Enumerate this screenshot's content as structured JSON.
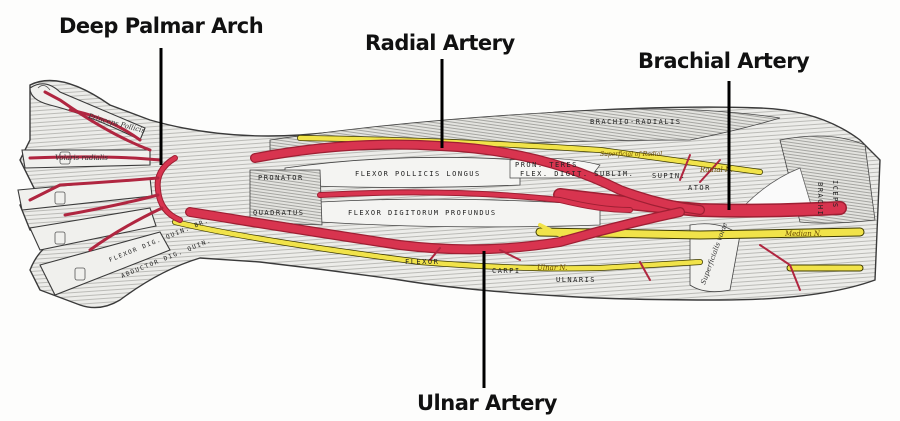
{
  "diagram": {
    "subject": "Arteries of the forearm (anterior view)",
    "colors": {
      "artery": "#d8344f",
      "artery_dark": "#9e1f33",
      "nerve": "#f1e34a",
      "muscle": "#e6e6e3",
      "outline": "#3a3a3a",
      "callout_line": "#000000",
      "background": "#fdfdfc"
    },
    "callouts": [
      {
        "id": "deep-palmar-arch",
        "label": "Deep Palmar Arch"
      },
      {
        "id": "radial-artery",
        "label": "Radial Artery"
      },
      {
        "id": "brachial-artery",
        "label": "Brachial Artery"
      },
      {
        "id": "ulnar-artery",
        "label": "Ulnar Artery"
      }
    ],
    "muscle_labels": {
      "brachioradialis": "BRACHIO-RADIALIS",
      "pronator": "PRONATOR",
      "quadratus": "QUADRATUS",
      "flexor_pollicis_longus": "FLEXOR  POLLICIS  LONGUS",
      "flexor_digitorum_profundus": "FLEXOR  DIGITORUM  PROFUNDUS",
      "pron_teres": "PRON.  TERES",
      "flex_digit_sublim": "FLEX. DIGIT. SUBLIM.",
      "supinator_a": "SUPIN.",
      "supinator_b": "ATOR",
      "biceps": "ICEPS",
      "brachi": "BRACHI",
      "flexor_carpi_ulnaris_a": "FLEXOR",
      "flexor_carpi_ulnaris_b": "CARPI",
      "flexor_carpi_ulnaris_c": "ULNARIS",
      "flexor_dig_quin": "FLEXOR DIG. QUIN. BR.",
      "abductor_dig_quin": "ABDUCTOR DIG. QUIN.",
      "superficialis_volae": "Superficialis volae",
      "radialis_indicis": "Volaris radialis",
      "princeps_pollicis": "Princeps Pollicis"
    },
    "nerve_labels": {
      "median": "Median N.",
      "ulnar": "Ulnar N.",
      "radial": "Radial N.",
      "superficial_radial": "Superficial of Radial"
    }
  }
}
